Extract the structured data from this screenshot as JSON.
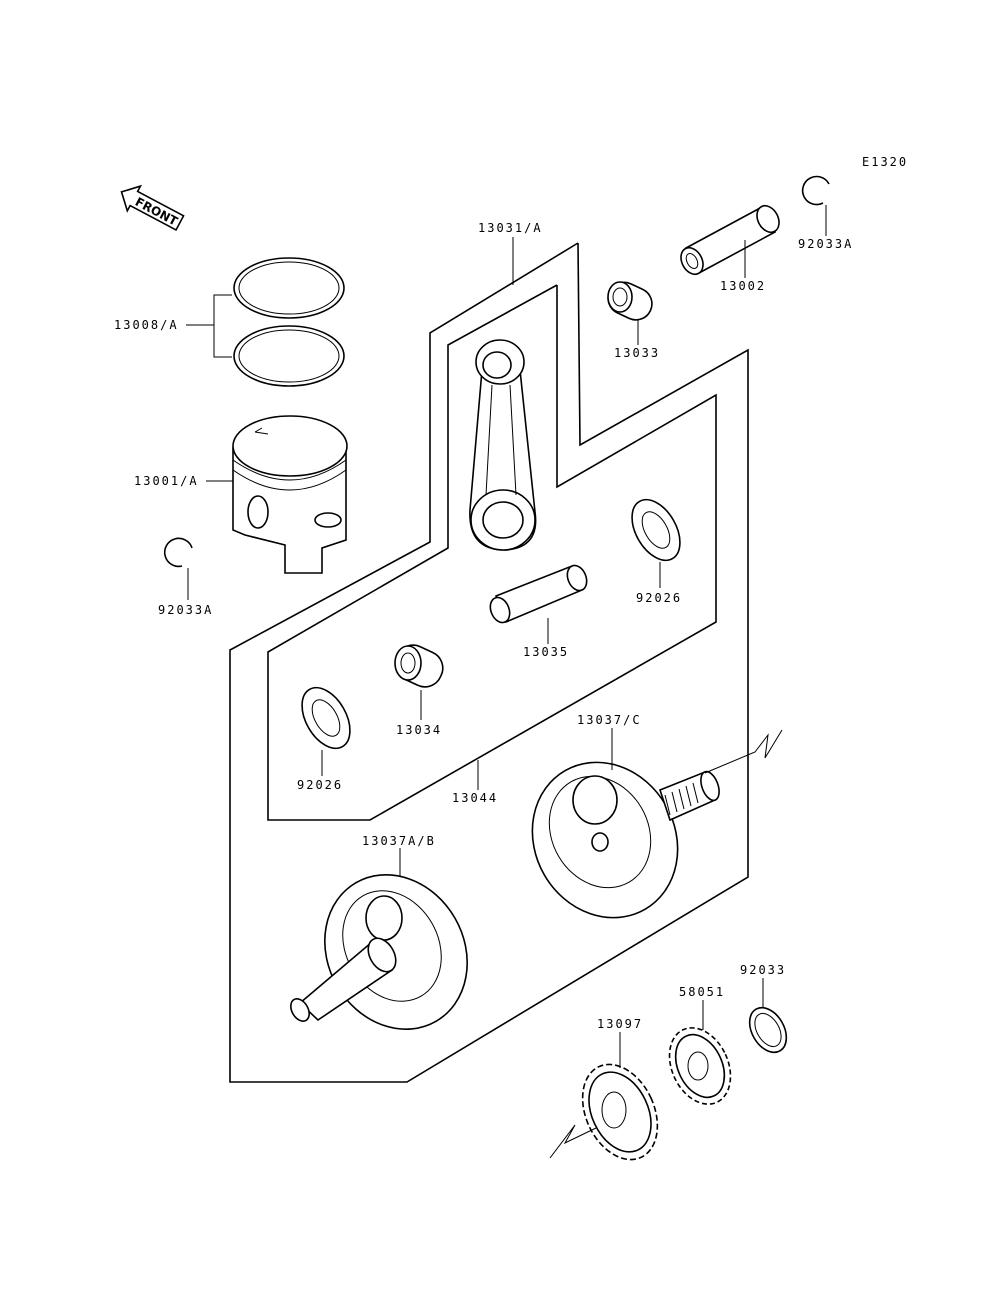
{
  "diagram_code": "E1320",
  "front_label": "FRONT",
  "labels": {
    "p13031A": "13031/A",
    "p13008A": "13008/A",
    "p13001A": "13001/A",
    "p92033A_left": "92033A",
    "p92033A_right": "92033A",
    "p13002": "13002",
    "p13033": "13033",
    "p92026_right": "92026",
    "p13035": "13035",
    "p13034": "13034",
    "p92026_left": "92026",
    "p13044": "13044",
    "p13037C": "13037/C",
    "p13037AB": "13037A/B",
    "p92033": "92033",
    "p58051": "58051",
    "p13097": "13097"
  }
}
